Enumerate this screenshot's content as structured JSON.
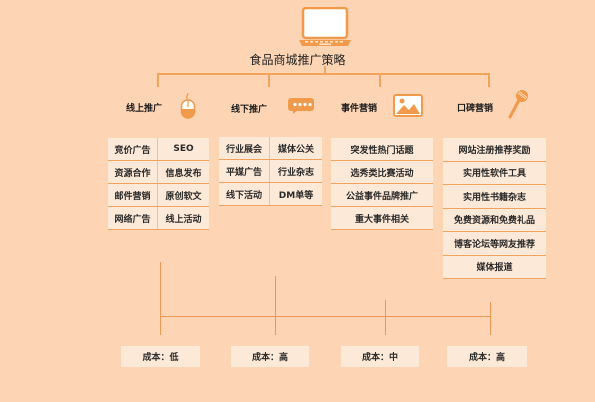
{
  "title": "食品商城推广策略",
  "categories": [
    {
      "label": "线上推广",
      "icon": "mouse-icon",
      "grid": [
        [
          "竞价广告",
          "SEO"
        ],
        [
          "资源合作",
          "信息发布"
        ],
        [
          "邮件营销",
          "原创软文"
        ],
        [
          "网络广告",
          "线上活动"
        ]
      ],
      "cost": "成本：低"
    },
    {
      "label": "线下推广",
      "icon": "chat-bubble-icon",
      "grid": [
        [
          "行业展会",
          "媒体公关"
        ],
        [
          "平媒广告",
          "行业杂志"
        ],
        [
          "线下活动",
          "DM单等"
        ]
      ],
      "cost": "成本：高"
    },
    {
      "label": "事件营销",
      "icon": "image-icon",
      "items": [
        "突发性热门话题",
        "选秀类比赛活动",
        "公益事件品牌推广",
        "重大事件相关"
      ],
      "cost": "成本：中"
    },
    {
      "label": "口碑营销",
      "icon": "microphone-icon",
      "items": [
        "网站注册推荐奖励",
        "实用性软件工具",
        "实用性书籍杂志",
        "免费资源和免费礼品",
        "博客论坛等网友推荐",
        "媒体报道"
      ],
      "cost": "成本：高"
    }
  ],
  "colors": {
    "background": "#fdd5b5",
    "accent": "#f2a45a",
    "cell": "#fde9d8"
  }
}
